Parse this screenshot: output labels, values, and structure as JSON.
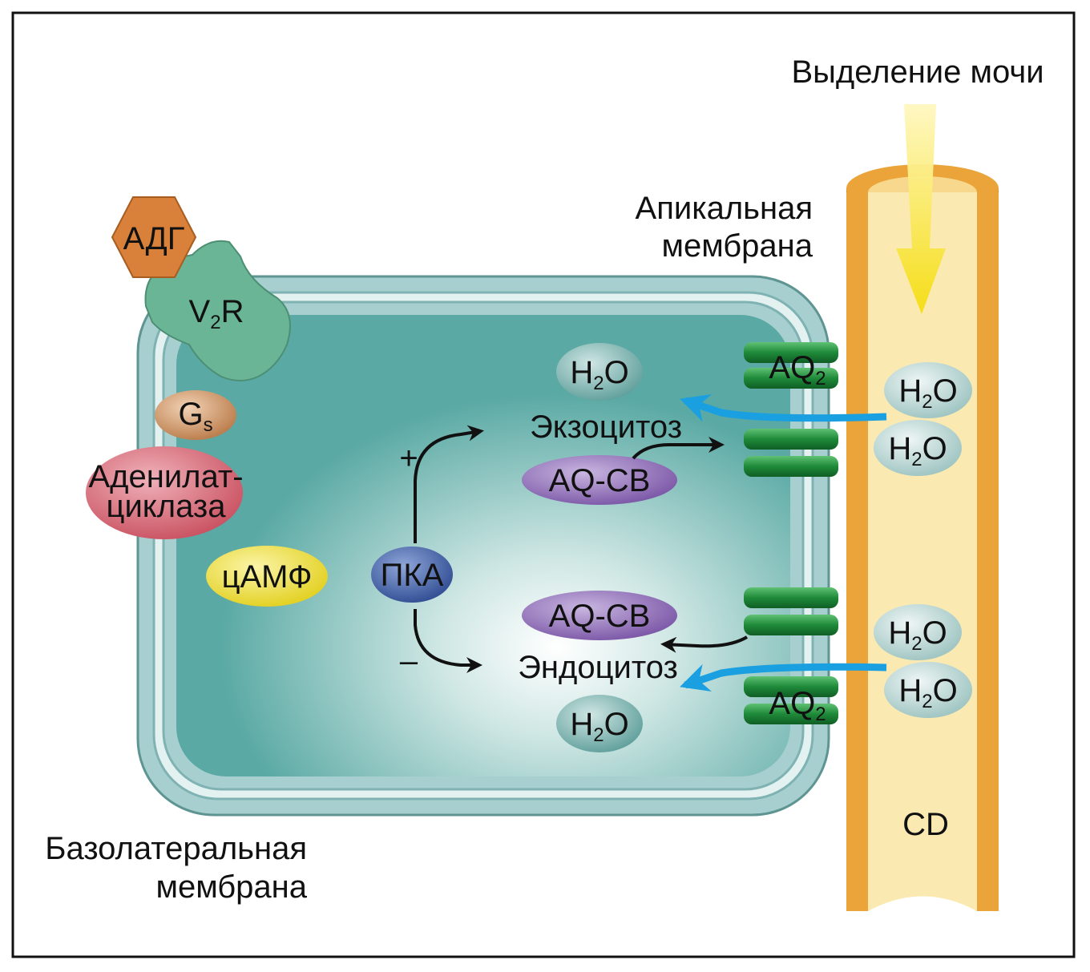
{
  "labels": {
    "urine_output": "Выделение мочи",
    "apical_line1": "Апикальная",
    "apical_line2": "мембрана",
    "basolateral_line1": "Базолатеральная",
    "basolateral_line2": "мембрана",
    "exocytosis": "Экзоцитоз",
    "endocytosis": "Эндоцитоз",
    "plus": "+",
    "minus": "–",
    "collecting_duct": "CD"
  },
  "molecules": {
    "adh": "АДГ",
    "v2r_main": "V",
    "v2r_sub": "2",
    "v2r_tail": "R",
    "gs_main": "G",
    "gs_sub": "s",
    "adenylate_line1": "Аденилат-",
    "adenylate_line2": "циклаза",
    "camp": "цАМФ",
    "pka": "ПКА",
    "aq_cb": "AQ-CB",
    "aq2_main": "AQ",
    "aq2_sub": "2",
    "water_main": "H",
    "water_sub": "2",
    "water_tail": "O"
  },
  "colors": {
    "cell_fill": "#5aa9a4",
    "membrane": "#7fb3b3",
    "adh": "#d9813a",
    "v2r": "#69b596",
    "gs": "#c98b5a",
    "adenylate": "#d46b78",
    "camp": "#ede03a",
    "pka": "#3d5ea8",
    "aq_cb": "#8e6ab5",
    "aquaporin": "#1f8a3a",
    "water_arrow": "#1aa0e0",
    "duct": "#eaa43a",
    "urine_arrow": "#f5e020"
  }
}
